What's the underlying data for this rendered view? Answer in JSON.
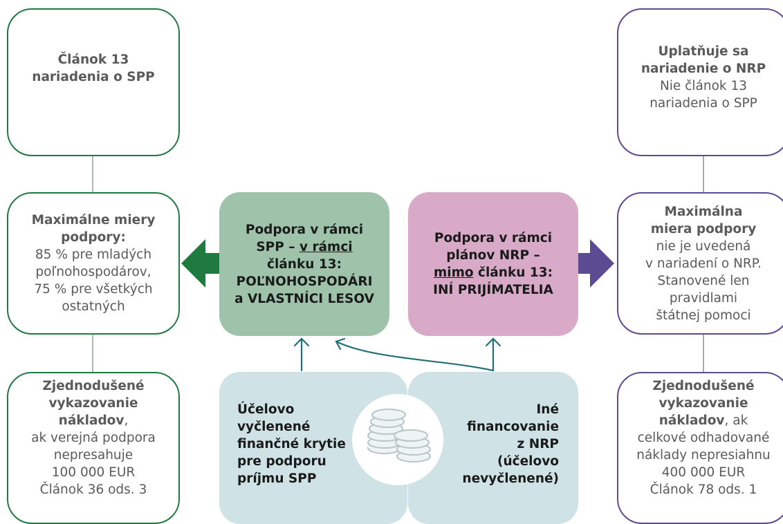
{
  "left_column": {
    "top_box": {
      "line1": "Článok 13",
      "line2": "nariadenia o SPP"
    },
    "middle_box": {
      "title1": "Maximálne miery",
      "title2": "podpory:",
      "lines": [
        "85 % pre mladých",
        "poľnohospodárov,",
        "75 % pre všetkých",
        "ostatných"
      ]
    },
    "bottom_box": {
      "title1": "Zjednodušené",
      "title2": "vykazovanie",
      "title3": "nákladov",
      "title3_suffix": ",",
      "lines": [
        "ak verejná podpora",
        "nepresahuje",
        "100 000 EUR",
        "Článok 36 ods. 3"
      ]
    }
  },
  "right_column": {
    "top_box": {
      "title1": "Uplatňuje sa",
      "title2": "nariadenie o NRP",
      "lines": [
        "Nie článok 13",
        "nariadenia o SPP"
      ]
    },
    "middle_box": {
      "title1": "Maximálna",
      "title2": "miera podpory",
      "lines": [
        "nie je uvedená",
        "v nariadení o NRP.",
        "Stanovené len",
        "pravidlami",
        "štátnej pomoci"
      ]
    },
    "bottom_box": {
      "title1": "Zjednodušené",
      "title2": "vykazovanie",
      "title3": "nákladov",
      "title3_suffix": ", ak",
      "lines": [
        "celkové odhadované",
        "náklady nepresiahnu",
        "400 000 EUR",
        "Článok 78 ods. 1"
      ]
    }
  },
  "center_green": {
    "l1": "Podpora v rámci",
    "l2a": "SPP – ",
    "l2b": "v rámci",
    "l3": "článku 13:",
    "l4": "POĽNOHOSPODÁRI",
    "l5": "a VLASTNÍCI LESOV"
  },
  "center_pink": {
    "l1": "Podpora v rámci",
    "l2": "plánov NRP –",
    "l3a": "mimo",
    "l3b": " článku 13:",
    "l4": "INÍ PRIJÍMATELIA"
  },
  "bottom_left": {
    "lines": [
      "Účelovo",
      "vyčlenené",
      "finančné krytie",
      "pre podporu",
      "príjmu SPP"
    ]
  },
  "bottom_right": {
    "lines": [
      "Iné",
      "financovanie",
      "z NRP",
      "(účelovo",
      "nevyčlenené)"
    ]
  },
  "icons": {
    "center": "coins-icon",
    "left_arrow": "arrow-left-icon",
    "right_arrow": "arrow-right-icon"
  },
  "colors": {
    "green": "#1f7a3f",
    "purple": "#5c4a92",
    "green_fill": "#9fc3aa",
    "pink_fill": "#d8aac8",
    "teal_fill": "#cfe2e6",
    "connector": "#1f6e78"
  }
}
